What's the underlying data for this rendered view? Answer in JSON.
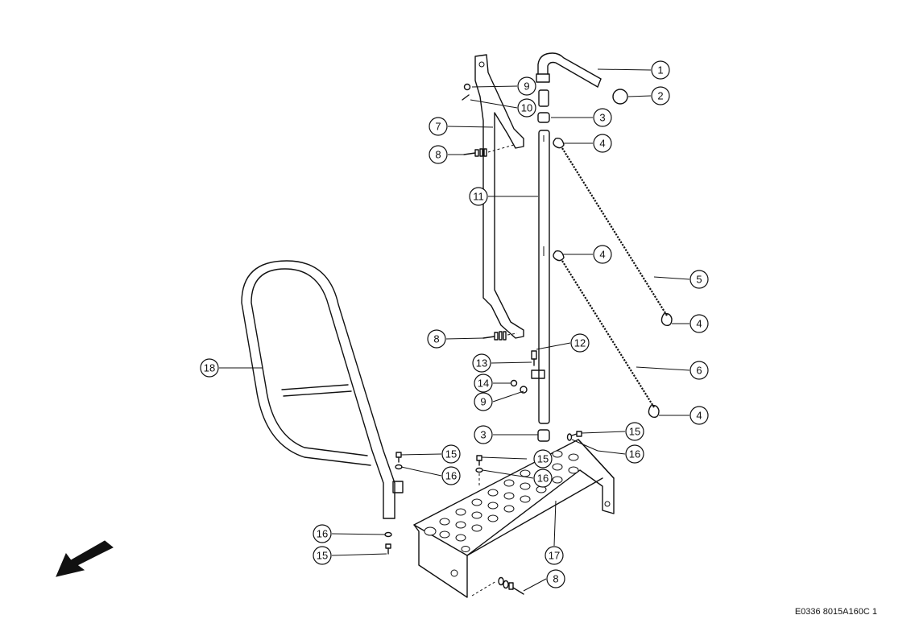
{
  "drawing": {
    "reference_code": "E0336 8015A160C 1"
  },
  "callouts": [
    {
      "id": "c1",
      "label": "1"
    },
    {
      "id": "c2",
      "label": "2"
    },
    {
      "id": "c3a",
      "label": "3"
    },
    {
      "id": "c4a",
      "label": "4"
    },
    {
      "id": "c9a",
      "label": "9"
    },
    {
      "id": "c10",
      "label": "10"
    },
    {
      "id": "c7",
      "label": "7"
    },
    {
      "id": "c8a",
      "label": "8"
    },
    {
      "id": "c11",
      "label": "11"
    },
    {
      "id": "c4b",
      "label": "4"
    },
    {
      "id": "c5",
      "label": "5"
    },
    {
      "id": "c4c",
      "label": "4"
    },
    {
      "id": "c8b",
      "label": "8"
    },
    {
      "id": "c12",
      "label": "12"
    },
    {
      "id": "c13",
      "label": "13"
    },
    {
      "id": "c18",
      "label": "18"
    },
    {
      "id": "c14",
      "label": "14"
    },
    {
      "id": "c6",
      "label": "6"
    },
    {
      "id": "c9b",
      "label": "9"
    },
    {
      "id": "c4d",
      "label": "4"
    },
    {
      "id": "c3b",
      "label": "3"
    },
    {
      "id": "c15a",
      "label": "15"
    },
    {
      "id": "c15b",
      "label": "15"
    },
    {
      "id": "c16a",
      "label": "16"
    },
    {
      "id": "c15c",
      "label": "15"
    },
    {
      "id": "c16b",
      "label": "16"
    },
    {
      "id": "c16c",
      "label": "16"
    },
    {
      "id": "c17",
      "label": "17"
    },
    {
      "id": "c16d",
      "label": "16"
    },
    {
      "id": "c15d",
      "label": "15"
    },
    {
      "id": "c8c",
      "label": "8"
    }
  ]
}
